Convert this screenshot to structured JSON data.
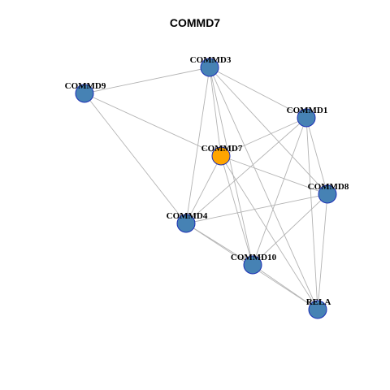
{
  "title": "COMMD7",
  "colors": {
    "default_node": "#4682b4",
    "highlight_node": "#ffa500",
    "node_border": "#1c2fb5",
    "edge": "#b3b3b3"
  },
  "nodes": [
    {
      "id": "COMMD3",
      "label": "COMMD3",
      "highlight": false
    },
    {
      "id": "COMMD9",
      "label": "COMMD9",
      "highlight": false
    },
    {
      "id": "COMMD1",
      "label": "COMMD1",
      "highlight": false
    },
    {
      "id": "COMMD7",
      "label": "COMMD7",
      "highlight": true
    },
    {
      "id": "COMMD8",
      "label": "COMMD8",
      "highlight": false
    },
    {
      "id": "COMMD4",
      "label": "COMMD4",
      "highlight": false
    },
    {
      "id": "COMMD10",
      "label": "COMMD10",
      "highlight": false
    },
    {
      "id": "RELA",
      "label": "RELA",
      "highlight": false
    }
  ],
  "edges": [
    [
      "COMMD3",
      "COMMD9"
    ],
    [
      "COMMD3",
      "COMMD1"
    ],
    [
      "COMMD3",
      "COMMD7"
    ],
    [
      "COMMD3",
      "COMMD8"
    ],
    [
      "COMMD3",
      "COMMD4"
    ],
    [
      "COMMD3",
      "COMMD10"
    ],
    [
      "COMMD3",
      "RELA"
    ],
    [
      "COMMD9",
      "COMMD7"
    ],
    [
      "COMMD9",
      "COMMD4"
    ],
    [
      "COMMD1",
      "COMMD7"
    ],
    [
      "COMMD1",
      "COMMD8"
    ],
    [
      "COMMD1",
      "COMMD4"
    ],
    [
      "COMMD1",
      "COMMD10"
    ],
    [
      "COMMD1",
      "RELA"
    ],
    [
      "COMMD7",
      "COMMD8"
    ],
    [
      "COMMD7",
      "COMMD4"
    ],
    [
      "COMMD7",
      "COMMD10"
    ],
    [
      "COMMD7",
      "RELA"
    ],
    [
      "COMMD8",
      "COMMD4"
    ],
    [
      "COMMD8",
      "COMMD10"
    ],
    [
      "COMMD8",
      "RELA"
    ],
    [
      "COMMD4",
      "COMMD10"
    ],
    [
      "COMMD4",
      "RELA"
    ],
    [
      "COMMD10",
      "RELA"
    ]
  ]
}
